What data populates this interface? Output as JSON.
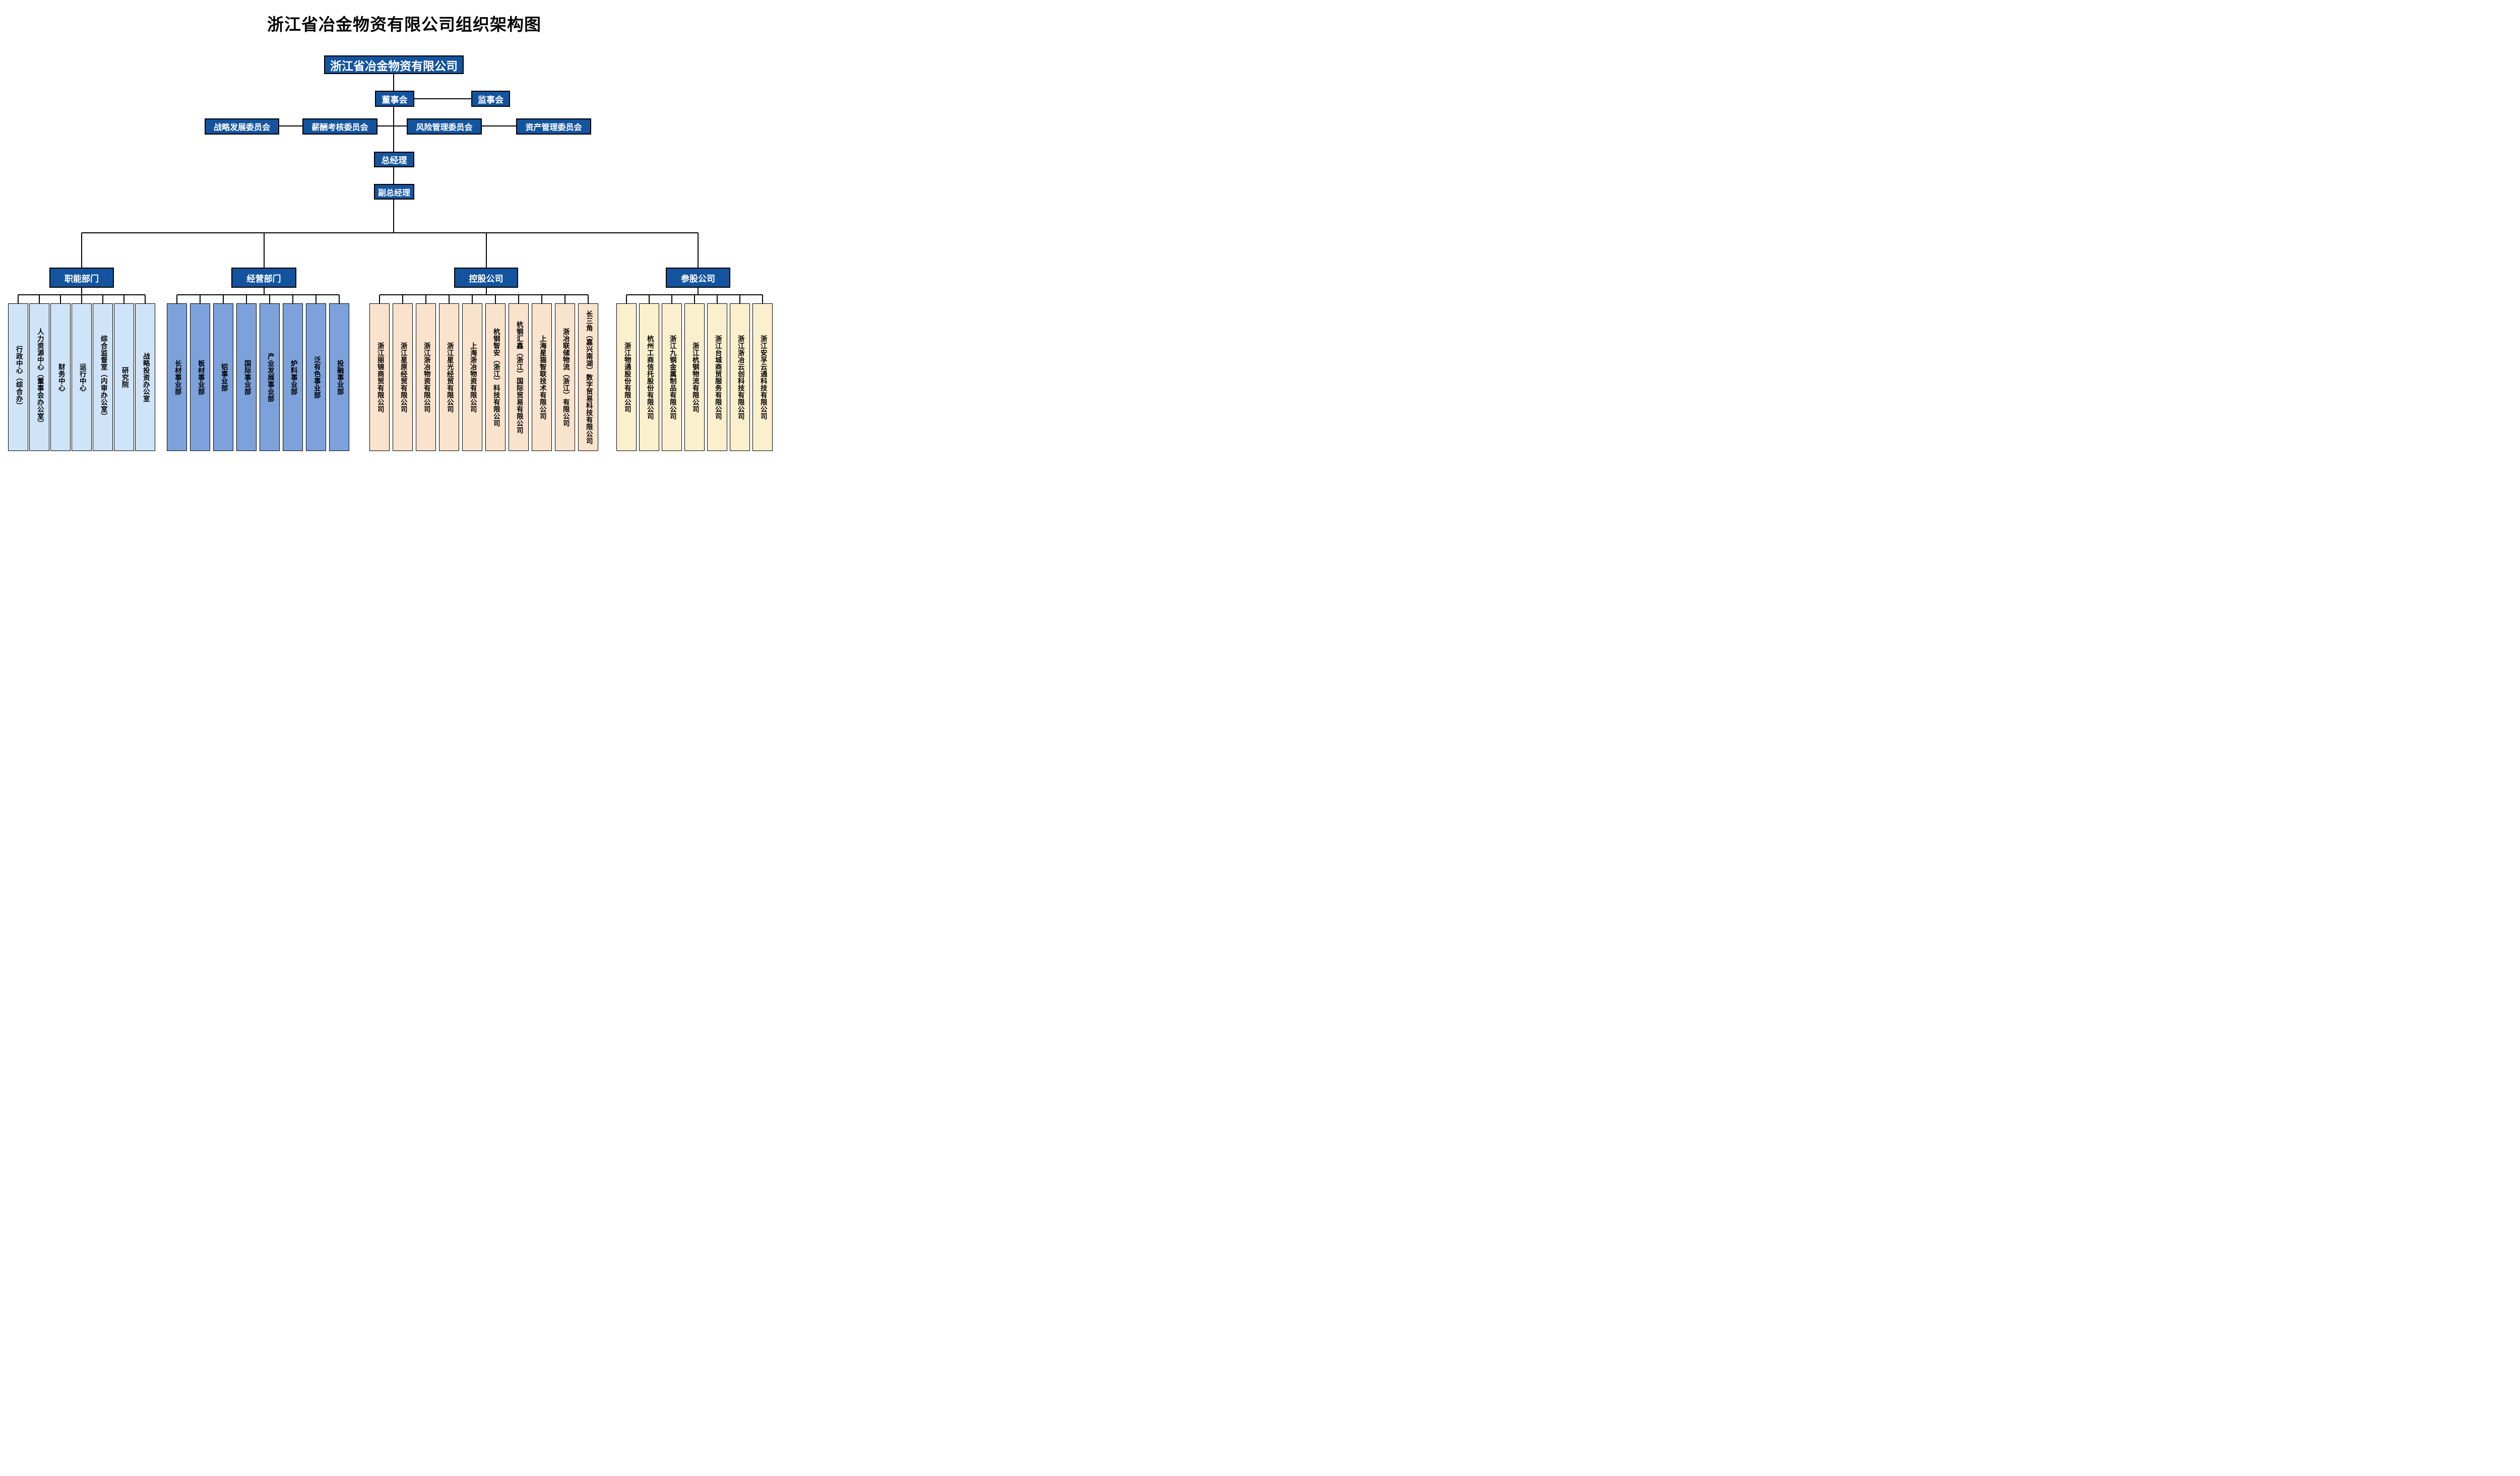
{
  "title": "浙江省冶金物资有限公司组织架构图",
  "colors": {
    "primary_blue": "#14549E",
    "light_blue": "#CFE4F9",
    "medium_blue": "#7DA2DB",
    "peach": "#FAE3CD",
    "light_yellow": "#FBF0CE",
    "line": "#000000",
    "header_text": "#FFFFFF",
    "child_text": "#000000"
  },
  "nodes": {
    "company": "浙江省冶金物资有限公司",
    "board": "董事会",
    "supervisory_board": "监事会",
    "committees": [
      "战略发展委员会",
      "薪酬考核委员会",
      "风险管理委员会",
      "资产管理委员会"
    ],
    "general_manager": "总经理",
    "deputy_general_manager": "副总经理"
  },
  "groups": [
    {
      "label": "职能部门",
      "color": "#CFE4F9",
      "children": [
        "行政中心（综合办）",
        "人力资源中心（董事会办公室）",
        "财务中心",
        "运行中心",
        "综合监督室（内审办公室）",
        "研究院",
        "战略投资办公室"
      ]
    },
    {
      "label": "经营部门",
      "color": "#7DA2DB",
      "children": [
        "长材事业部",
        "板材事业部",
        "铝事业部",
        "国际事业部",
        "产业发展事业部",
        "炉料事业部",
        "泛有色事业部",
        "投融事业部"
      ]
    },
    {
      "label": "控股公司",
      "color": "#FAE3CD",
      "children": [
        "浙江丽锦商贸有限公司",
        "浙江星原经贸有限公司",
        "浙江浙冶物资有限公司",
        "浙江星光经贸有限公司",
        "上海浙冶物资有限公司",
        "杭钢智安（浙江）科技有限公司",
        "杭钢汇鑫（浙江）国际贸易有限公司",
        "上海星猫智联技术有限公司",
        "浙冶联储物流（浙江）有限公司",
        "长三角（嘉兴南湖）数字贸易科技有限公司"
      ]
    },
    {
      "label": "参股公司",
      "color": "#FBF0CE",
      "children": [
        "浙江物通股份有限公司",
        "杭州工商信托股份有限公司",
        "浙江九钢金属制品有限公司",
        "浙江杭钢物流有限公司",
        "浙江台城商贸服务有限公司",
        "浙江浙冶云创科技有限公司",
        "浙江安孚云通科技有限公司"
      ]
    }
  ]
}
